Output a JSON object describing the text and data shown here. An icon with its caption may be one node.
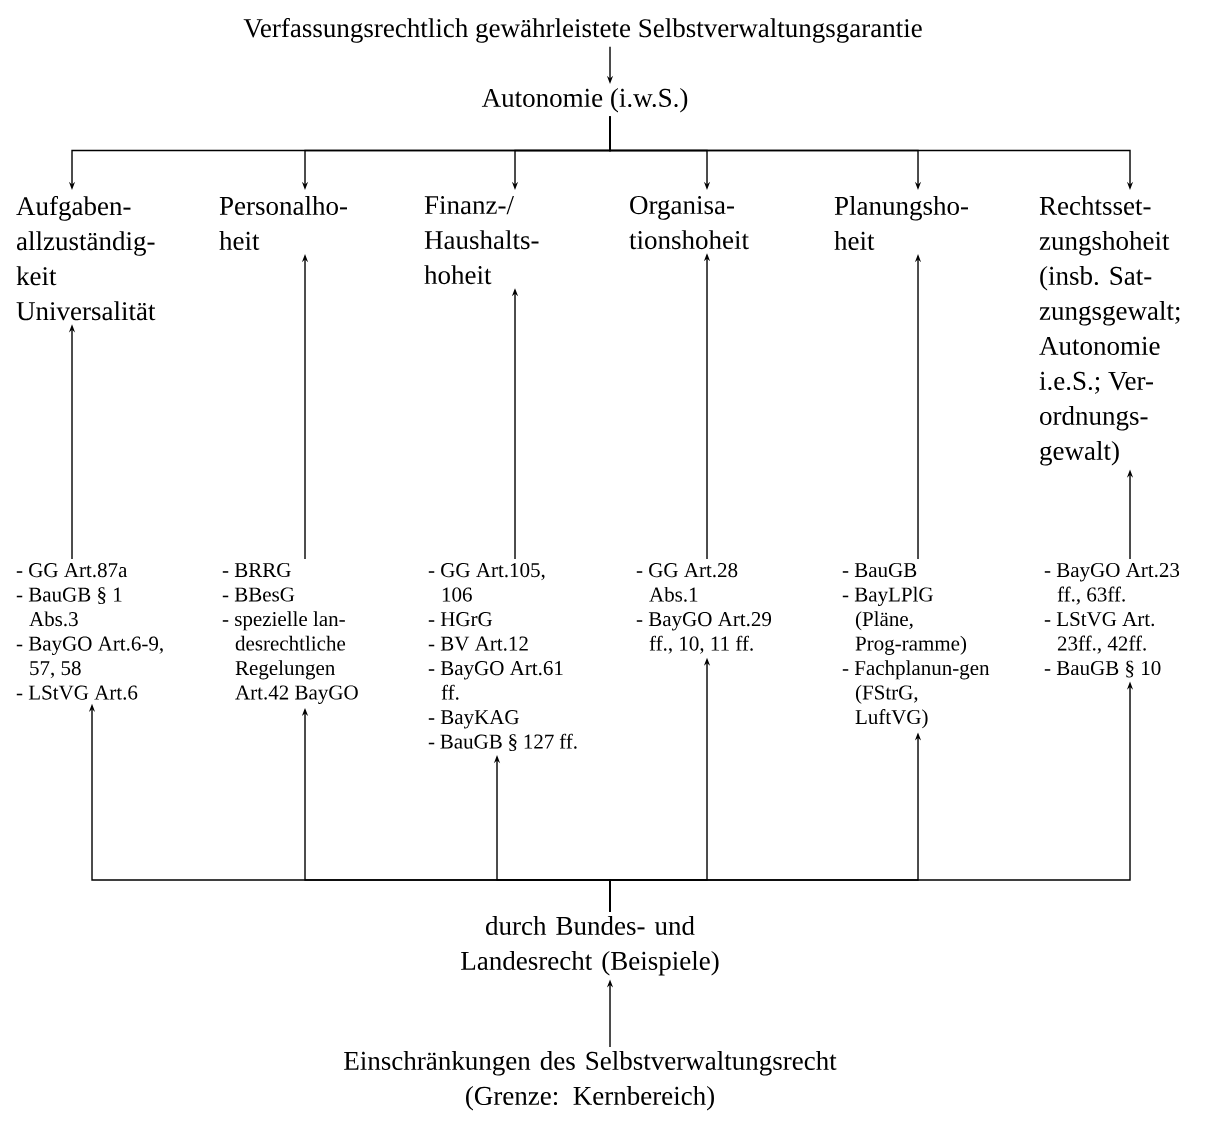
{
  "diagram": {
    "nodes": [
      {
        "text": [
          "Verfassungsrechtlich gewährleistete Selbstverwaltungsgarantie"
        ]
      },
      {
        "text": [
          "Autonomie (i.w.S.)"
        ]
      },
      {
        "text": [
          "Aufgaben-allzuständig-keit Universalität"
        ]
      },
      {
        "text": [
          "Personalho-heit"
        ]
      },
      {
        "text": [
          "Finanz-/ Haushalts-hoheit"
        ]
      },
      {
        "text": [
          "Organisa-tionshoheit"
        ]
      },
      {
        "text": [
          "Planungsho-heit"
        ]
      },
      {
        "text": [
          "Rechtsset-zungshoheit (insb. Sat-zungsgewalt; Autonomie i.e.S.; Ver-ordnungs-gewalt)"
        ]
      },
      {
        "text": [
          "- GG Art.87a",
          "- BauGB § 1 Abs.3",
          "- BayGO Art.6-9, 57, 58",
          "- LStVG Art.6"
        ]
      },
      {
        "text": [
          "- BRRG",
          "- BBesG",
          "- spezielle lan-desrechtliche Regelungen Art.42 BayGO"
        ]
      },
      {
        "text": [
          "- GG Art.105, 106",
          "- HGrG",
          "- BV Art.12",
          "- BayGO Art.61 ff.",
          "- BayKAG",
          "- BauGB § 127 ff."
        ]
      },
      {
        "text": [
          "- GG Art.28 Abs.1",
          "- BayGO Art.29 ff., 10, 11 ff."
        ]
      },
      {
        "text": [
          "- BauGB",
          "- BayLPlG (Pläne, Prog-ramme)",
          "- Fachplanun-gen (FStrG, LuftVG)"
        ]
      },
      {
        "text": [
          "- BayGO Art.23 ff., 63ff.",
          "- LStVG Art. 23ff., 42ff.",
          "- BauGB § 10"
        ]
      },
      {
        "text": [
          "durch Bundes- und Landesrecht (Beispiele)"
        ]
      },
      {
        "text": [
          "Einschränkungen des Selbstverwaltungsrecht (Grenze: Kernbereich)"
        ]
      }
    ],
    "edges": [
      {
        "from": 0,
        "to": 1,
        "arrow": "to"
      },
      {
        "from": 1,
        "to": 2,
        "arrow": "to"
      },
      {
        "from": 1,
        "to": 3,
        "arrow": "to"
      },
      {
        "from": 1,
        "to": 4,
        "arrow": "to"
      },
      {
        "from": 1,
        "to": 5,
        "arrow": "to"
      },
      {
        "from": 1,
        "to": 6,
        "arrow": "to"
      },
      {
        "from": 1,
        "to": 7,
        "arrow": "to"
      },
      {
        "from": 8,
        "to": 2,
        "arrow": "to"
      },
      {
        "from": 9,
        "to": 3,
        "arrow": "to"
      },
      {
        "from": 10,
        "to": 4,
        "arrow": "to"
      },
      {
        "from": 11,
        "to": 5,
        "arrow": "to"
      },
      {
        "from": 12,
        "to": 6,
        "arrow": "to"
      },
      {
        "from": 13,
        "to": 7,
        "arrow": "to"
      },
      {
        "from": 14,
        "to": 8,
        "arrow": "to"
      },
      {
        "from": 14,
        "to": 9,
        "arrow": "to"
      },
      {
        "from": 14,
        "to": 10,
        "arrow": "to"
      },
      {
        "from": 14,
        "to": 11,
        "arrow": "to"
      },
      {
        "from": 14,
        "to": 12,
        "arrow": "to"
      },
      {
        "from": 14,
        "to": 13,
        "arrow": "to"
      },
      {
        "from": 15,
        "to": 14,
        "arrow": "to"
      }
    ]
  }
}
